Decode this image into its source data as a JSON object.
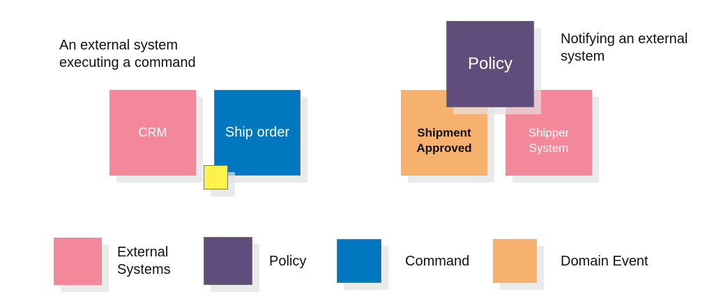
{
  "captions": {
    "left": "An external system executing a command",
    "right": "Notifying an external system"
  },
  "notes": {
    "crm": "CRM",
    "ship_order": "Ship order",
    "policy": "Policy",
    "shipment_approved": "Shipment Approved",
    "shipper_system": "Shipper System"
  },
  "legend": [
    {
      "label": "External Systems",
      "color": "#f4889b"
    },
    {
      "label": "Policy",
      "color": "#614d7b"
    },
    {
      "label": "Command",
      "color": "#0077be"
    },
    {
      "label": "Domain Event",
      "color": "#f5b16d"
    }
  ],
  "colors": {
    "external": "#f4889b",
    "policy": "#614d7b",
    "command": "#0077be",
    "event": "#f5b16d",
    "actor": "#fff24d"
  }
}
